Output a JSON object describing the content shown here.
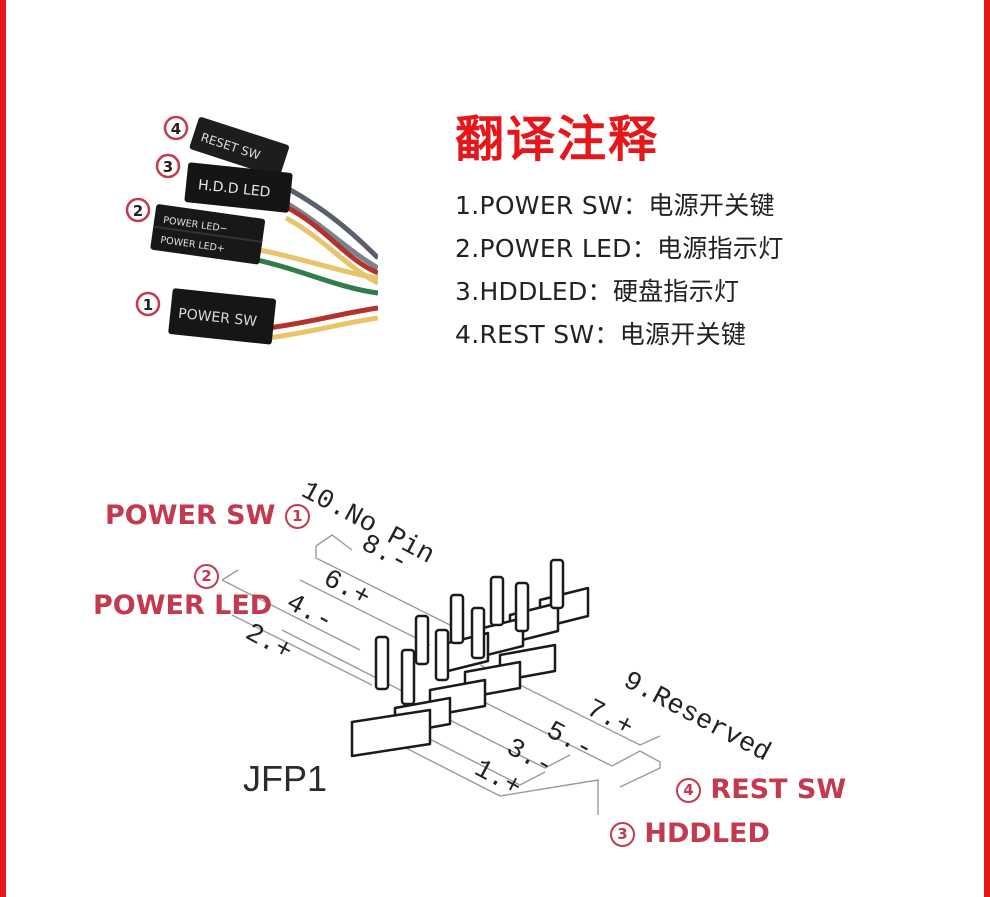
{
  "notes": {
    "title": "翻译注释",
    "lines": [
      "1.POWER SW：电源开关键",
      "2.POWER LED：电源指示灯",
      "3.HDDLED：硬盘指示灯",
      "4.REST SW：电源开关键"
    ]
  },
  "connectors": {
    "reset": {
      "number": "4",
      "label": "RESET SW"
    },
    "hdd": {
      "number": "3",
      "label": "H.D.D LED"
    },
    "power_led": {
      "number": "2",
      "label_top": "POWER LED−",
      "label_bottom": "POWER LED+"
    },
    "power_sw": {
      "number": "1",
      "label": "POWER SW"
    }
  },
  "header": {
    "name": "JFP1",
    "pins_upper": [
      "10.No Pin",
      "8.-",
      "6.+",
      "4.-",
      "2.+"
    ],
    "pins_lower": [
      "9.Reserved",
      "7.+",
      "5.-",
      "3.-",
      "1.+"
    ]
  },
  "callouts": {
    "power_sw": {
      "label": "POWER SW",
      "number": "1"
    },
    "power_led": {
      "label": "POWER LED",
      "number": "2"
    },
    "rest_sw": {
      "label": "REST SW",
      "number": "4"
    },
    "hddled": {
      "label": "HDDLED",
      "number": "3"
    }
  },
  "colors": {
    "frame": "#e4171b",
    "title": "#e4171b",
    "callout": "#c33a4e",
    "wire_yellow": "#e8c46a",
    "wire_green": "#2e7d4a",
    "wire_red": "#b3322d",
    "wire_gray": "#59606b"
  }
}
